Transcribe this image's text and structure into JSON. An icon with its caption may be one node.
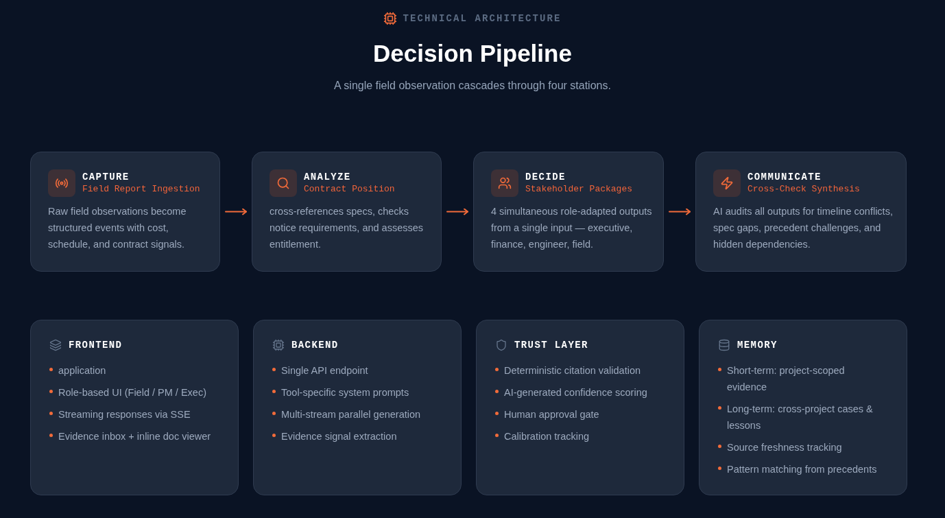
{
  "diagram": {
    "title": "Decision Pipeline",
    "nodes": [
      {
        "text": [
          "CAPTURE",
          "Field Report Ingestion",
          "Raw field observations become structured events with cost, schedule, and contract signals."
        ]
      },
      {
        "text": [
          "ANALYZE",
          "Contract Position",
          "cross-references specs, checks notice requirements, and assesses entitlement."
        ]
      },
      {
        "text": [
          "DECIDE",
          "Stakeholder Packages",
          "4 simultaneous role-adapted outputs from a single input — executive, finance, engineer, field."
        ]
      },
      {
        "text": [
          "COMMUNICATE",
          "Cross-Check Synthesis",
          "AI audits all outputs for timeline conflicts, spec gaps, precedent challenges, and hidden dependencies."
        ]
      },
      {
        "text": [
          "FRONTEND",
          "application",
          "Role-based UI (Field / PM / Exec)",
          "Streaming responses via SSE",
          "Evidence inbox + inline doc viewer"
        ]
      },
      {
        "text": [
          "BACKEND",
          "Single API endpoint",
          "Tool-specific system prompts",
          "Multi-stream parallel generation",
          "Evidence signal extraction"
        ]
      },
      {
        "text": [
          "TRUST LAYER",
          "Deterministic citation validation",
          "AI-generated confidence scoring",
          "Human approval gate",
          "Calibration tracking"
        ]
      },
      {
        "text": [
          "MEMORY",
          "Short-term: project-scoped evidence",
          "Long-term: cross-project cases & lessons",
          "Source freshness tracking",
          "Pattern matching from precedents"
        ]
      }
    ],
    "edges": [
      {
        "from": 0,
        "to": 1,
        "arrow": "to"
      },
      {
        "from": 1,
        "to": 2,
        "arrow": "to"
      },
      {
        "from": 2,
        "to": 3,
        "arrow": "to"
      }
    ],
    "labels": [
      "TECHNICAL ARCHITECTURE",
      "A single field observation cascades through four stations."
    ]
  }
}
